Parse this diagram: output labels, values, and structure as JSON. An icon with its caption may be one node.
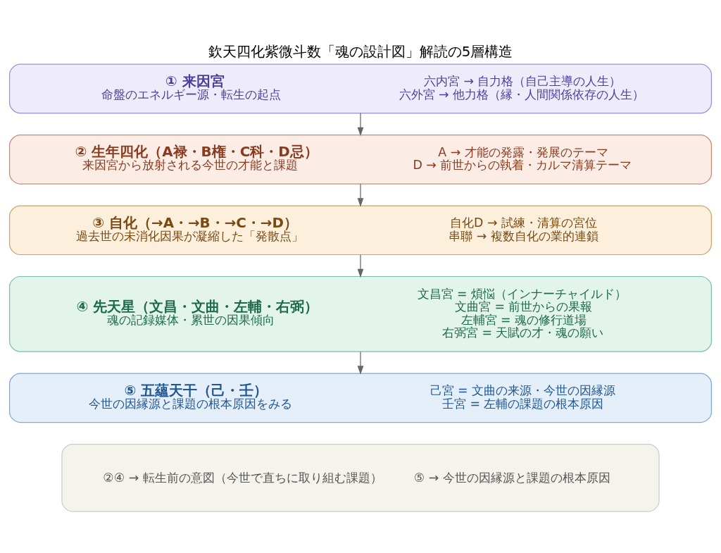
{
  "diagram": {
    "title": "欽天四化紫微斗数「魂の設計図」解読の5層構造",
    "nodes": [
      {
        "text": [
          "① 来因宮",
          "命盤のエネルギー源・転生の起点",
          "六内宮 → 自力格（自己主導の人生）",
          "六外宮 → 他力格（縁・人間関係依存の人生）"
        ]
      },
      {
        "text": [
          "② 生年四化（A禄・B権・C科・D忌）",
          "来因宮から放射される今世の才能と課題",
          "A → 才能の発露・発展のテーマ",
          "D → 前世からの執着・カルマ清算テーマ"
        ]
      },
      {
        "text": [
          "③ 自化（→A・→B・→C・→D）",
          "過去世の未消化因果が凝縮した「発散点」",
          "自化D → 試練・清算の宮位",
          "串聯 → 複数自化の業的連鎖"
        ]
      },
      {
        "text": [
          "④ 先天星（文昌・文曲・左輔・右弼）",
          "魂の記録媒体・累世の因果傾向",
          "文昌宮 = 煩悩（インナーチャイルド）",
          "文曲宮 = 前世からの果報",
          "左輔宮 = 魂の修行道場",
          "右弼宮 = 天賦の才・魂の願い"
        ]
      },
      {
        "text": [
          "⑤ 五蘊天干（己・壬）",
          "今世の因縁源と課題の根本原因をみる",
          "己宮 = 文曲の来源・今世の因縁源",
          "壬宮 = 左輔の課題の根本原因"
        ]
      },
      {
        "text": [
          "②④ → 転生前の意図（今世で直ちに取り組む課題）",
          "⑤ → 今世の因縁源と課題の根本原因"
        ]
      }
    ],
    "edges": [
      {
        "from": 0,
        "to": 1,
        "arrow": "to"
      },
      {
        "from": 1,
        "to": 2,
        "arrow": "to"
      },
      {
        "from": 2,
        "to": 3,
        "arrow": "to"
      },
      {
        "from": 3,
        "to": 4,
        "arrow": "to"
      }
    ]
  }
}
